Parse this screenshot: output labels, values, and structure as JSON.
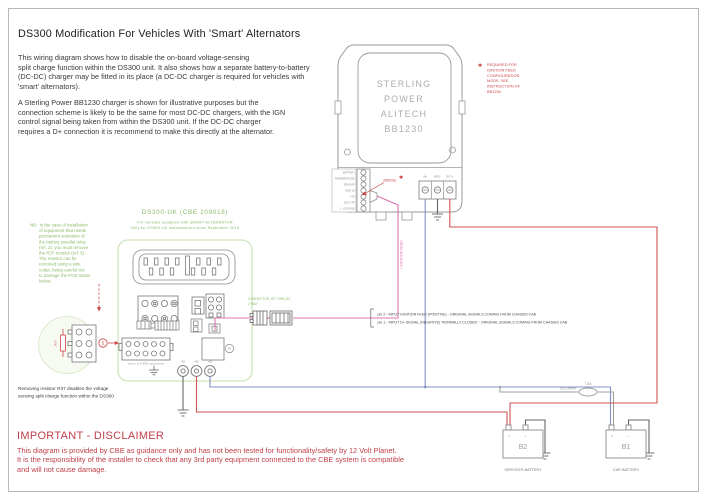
{
  "header": {
    "title": "DS300 Modification For Vehicles With 'Smart' Alternators",
    "para1": "This wiring diagram shows how to disable the on-board voltage-sensing\nsplit charge function within the DS300 unit. It also shows how a separate battery-to-battery\n(DC-DC) charger may be fitted in its place (a DC-DC charger is required for vehicles with\n'smart' alternators).",
    "para2": "A Sterling Power BB1230 charger is shown for illustrative purposes but the\nconnection scheme is likely to be the same for most DC-DC chargers, with the IGN\ncontrol signal being taken from within the DS300 unit. If the DC-DC charger\nrequires a D+ connection it is recommend to make this directly at the alternator."
  },
  "charger": {
    "name": [
      "STERLING",
      "POWER",
      "ALITECH",
      "BB1230"
    ],
    "left_labels": [
      "BATTERY",
      "TEMPERATURE",
      "SENSOR",
      "GND 1H",
      "+VE",
      "IGN CTR",
      "L. VOLTAGE"
    ],
    "right_labels": [
      "IN+",
      "NEG-",
      "OUT+"
    ],
    "bridge": "BRIDGE",
    "star": "✱",
    "note": [
      "REQUIRED FOR",
      "IGNITION FEED",
      "CONFIGURATION",
      "MODE. SEE",
      "INSTRUCTION OF",
      "BB1230"
    ]
  },
  "ds300": {
    "title": "DS300-UK  (CBE 209018)",
    "sub1": "For vehicles equipped with SMART ALTERNATOR",
    "sub2": "Only for DS300-UK manufactured since September 2019",
    "fuse_note": "(fuse 1 to 5 GND connections)",
    "rings": [
      "-B1",
      "+B2",
      "+B1"
    ],
    "ref5": "5",
    "ref6": "6",
    "r37": "R37"
  },
  "nb": {
    "lines": [
      "NB : in the case of installation",
      "of equipment that needs",
      "permanent activation of",
      "the battery parallel relay",
      "(ref. 3), you must remove",
      "the R37 resistor (ref. 5).",
      "The resistor can be",
      "removed using a wire",
      "cutter, being careful not",
      "to damage the PCB tracks",
      "below."
    ]
  },
  "jst": {
    "line1": "CONNECTOR JST 'VHR-2N'",
    "line2": "2 WAY",
    "pin2": "pin 2   - INPUT IGNITION FEED (POSITIVE) - ORIGINAL SIGNALS COMING FROM CHASSIS CAB",
    "pin1": "pin 1   - INPUT D+ SIGNAL (NEGATIVE) 'NORMALLY CLOSED' - ORIGINAL SIGNALS COMING FROM CHASSIS CAB"
  },
  "notes": {
    "removal1": "Removing resistor R37 disables the voltage",
    "removal2": "sensing split charge function within the DS300"
  },
  "wiring": {
    "ign_label": "+ IGNITION FEED",
    "size": "S=1.5mm²",
    "fuse": "7.5A"
  },
  "bat": {
    "plus": "+",
    "minus": "−",
    "b2": {
      "id": "B2",
      "name": "SERVICES BATTERY"
    },
    "b1": {
      "id": "B1",
      "name": "CAR BATTERY"
    }
  },
  "disclaimer": {
    "title": "IMPORTANT - DISCLAIMER",
    "body": "This diagram is provided by CBE as guidance only and has not been tested for functionality/safety by 12 Volt Planet.\nIt is the responsibility of the installer to check that any 3rd party equipment connected to the CBE system is compatible\nand will not cause damage."
  },
  "colors": {
    "green": "#8cba6b",
    "box_green": "#cfe5bb",
    "red": "#cc4444",
    "disclaimer_red": "#c0404a",
    "pink": "#dd74b2",
    "blue": "#8290c8",
    "wire_red": "#cf5352",
    "grey": "#9a9a9a"
  }
}
